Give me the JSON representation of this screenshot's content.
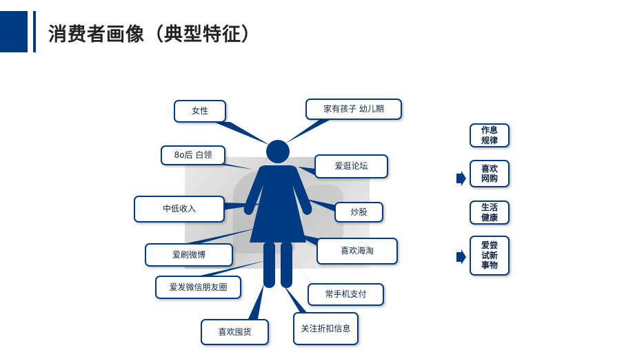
{
  "page": {
    "title": "消费者画像（典型特征）"
  },
  "traits": {
    "female": "女性",
    "family": "家有孩子 幼儿期",
    "age_job": "8o后 白领",
    "forum": "爱逛论坛",
    "income": "中低收入",
    "stocks": "炒股",
    "weibo": "爱刷微博",
    "haitao": "喜欢海淘",
    "wechat": "爱发微信朋友圈",
    "mobile_pay": "常手机支付",
    "hoarding": "喜欢囤货",
    "discount": "关注折扣信息"
  },
  "side_tags": [
    {
      "label": "作息\n规律",
      "highlighted": false
    },
    {
      "label": "喜欢\n网购",
      "highlighted": true
    },
    {
      "label": "生活\n健康",
      "highlighted": false
    },
    {
      "label": "爱尝\n试新\n事物",
      "highlighted": true
    }
  ],
  "colors": {
    "accent": "#003a82",
    "text": "#222222"
  },
  "icons": {
    "figure": "woman-figure-icon",
    "marker": "arrow-right-icon"
  }
}
